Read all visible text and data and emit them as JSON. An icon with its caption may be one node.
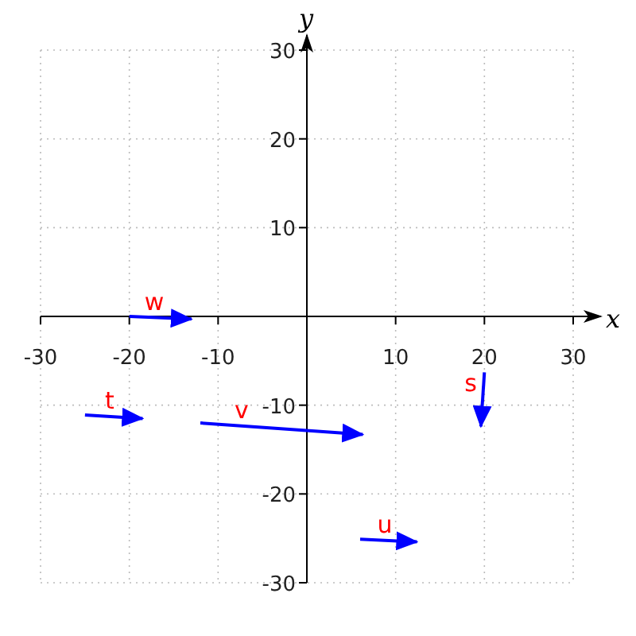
{
  "diagram": {
    "chart_data": {
      "type": "line",
      "xlabel": "x",
      "ylabel": "y",
      "grid": true,
      "xlim": [
        -30,
        30
      ],
      "ylim": [
        -30,
        30
      ],
      "xticks": [
        -30,
        -20,
        -10,
        10,
        20,
        30
      ],
      "yticks": [
        -30,
        -20,
        -10,
        10,
        20,
        30
      ],
      "x": [
        -25,
        -20,
        -18.5,
        -13,
        -12,
        6,
        6.3,
        12.4,
        20,
        19.6
      ],
      "series": [
        {
          "name": "w",
          "color": "#0000ff",
          "values": [
            null,
            0,
            null,
            -0.3,
            null,
            null,
            null,
            null,
            null,
            null
          ]
        },
        {
          "name": "t",
          "color": "#0000ff",
          "values": [
            -11.1,
            null,
            -11.5,
            null,
            null,
            null,
            null,
            null,
            null,
            null
          ]
        },
        {
          "name": "v",
          "color": "#0000ff",
          "values": [
            null,
            null,
            null,
            null,
            -12,
            null,
            -13.3,
            null,
            null,
            null
          ]
        },
        {
          "name": "s",
          "color": "#0000ff",
          "values": [
            null,
            null,
            null,
            null,
            null,
            null,
            null,
            null,
            -6.3,
            -12.4
          ]
        },
        {
          "name": "u",
          "color": "#0000ff",
          "values": [
            null,
            null,
            null,
            null,
            null,
            -25.1,
            null,
            -25.4,
            null,
            null
          ]
        }
      ]
    }
  }
}
